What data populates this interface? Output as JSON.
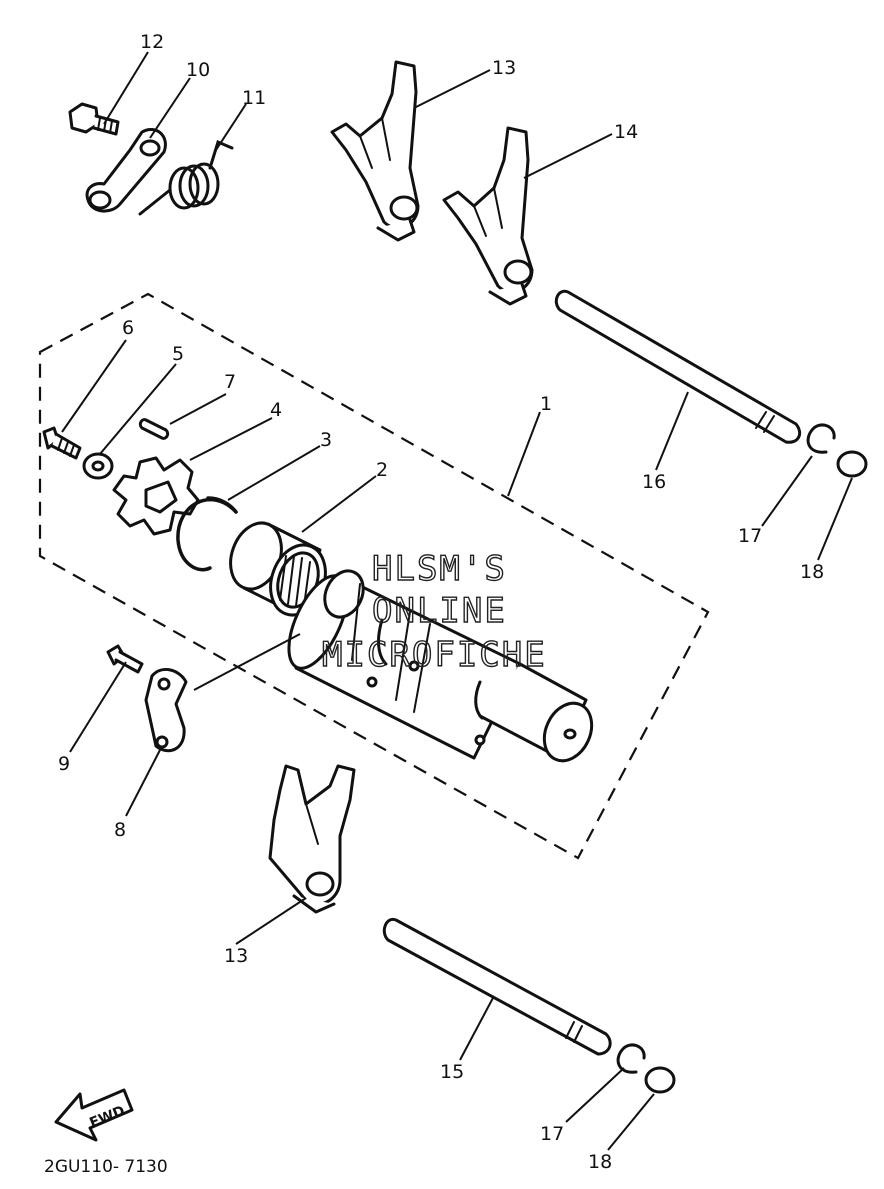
{
  "diagram": {
    "diagram_code": "2GU110- 7130",
    "fwd_label": "FWD",
    "watermark_lines": [
      "HLSM'S",
      "ONLINE",
      "MICROFICHE"
    ],
    "callouts": {
      "c1": "1",
      "c2": "2",
      "c3": "3",
      "c4": "4",
      "c5": "5",
      "c6": "6",
      "c7": "7",
      "c8": "8",
      "c9": "9",
      "c10": "10",
      "c11": "11",
      "c12": "12",
      "c13a": "13",
      "c13b": "13",
      "c14": "14",
      "c15": "15",
      "c16": "16",
      "c17a": "17",
      "c17b": "17",
      "c18a": "18",
      "c18b": "18"
    }
  }
}
